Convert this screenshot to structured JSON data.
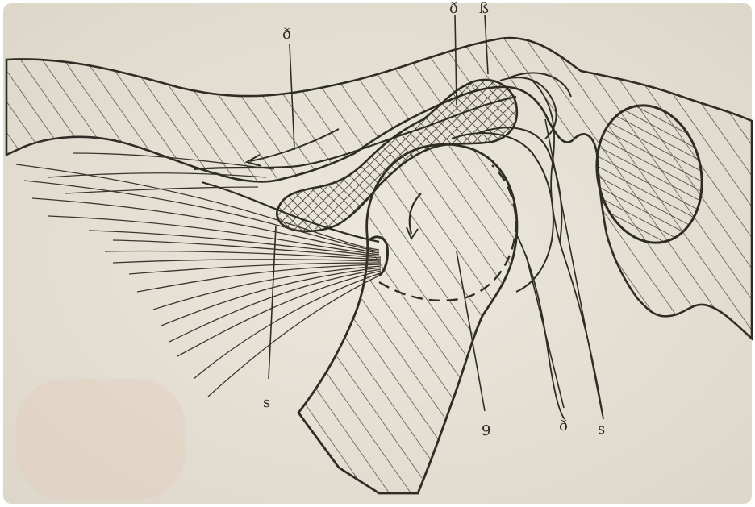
{
  "labels": {
    "top_left": "ð",
    "top_mid_1": "ð",
    "top_mid_2": "ß",
    "bottom_s_left": "s",
    "bottom_9": "9",
    "bottom_delta": "ð",
    "bottom_s_right": "s"
  },
  "colors": {
    "paper": "#e9e4d9",
    "paper_edge": "#d8d2c4",
    "ink": "#2f2c26",
    "hatch": "#4a463d",
    "frame": "#ffffff"
  }
}
